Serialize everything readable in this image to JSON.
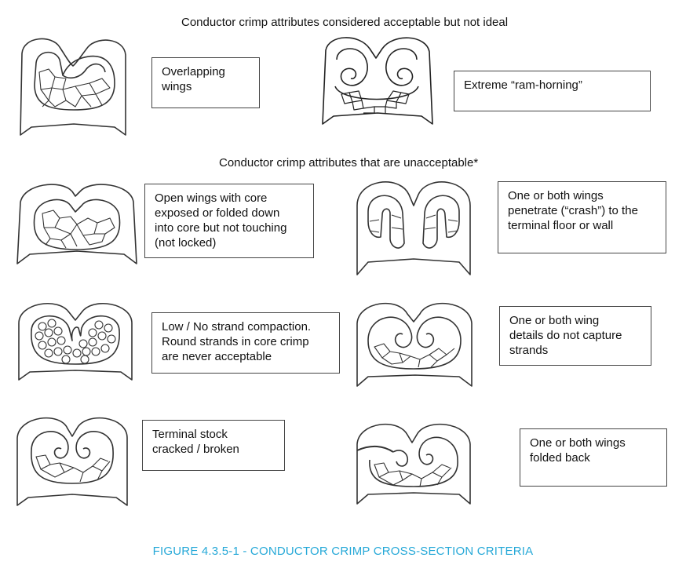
{
  "headings": {
    "acceptable": "Conductor crimp attributes considered acceptable but not ideal",
    "unacceptable": "Conductor crimp attributes that are unacceptable*"
  },
  "labels": {
    "overlapping_wings": "Overlapping\nwings",
    "ram_horning": "Extreme “ram-horning”",
    "open_wings": "Open wings with core\nexposed or folded down\ninto core but not touching\n(not locked)",
    "wings_crash": "One or both wings\npenetrate (“crash”) to the\nterminal floor or wall",
    "low_compaction": "Low / No strand compaction.\nRound strands in core crimp\nare never acceptable",
    "wing_details": "One or both wing\ndetails do not capture\nstrands",
    "terminal_cracked": "Terminal stock\ncracked / broken",
    "folded_back": "One or both wings\nfolded back"
  },
  "caption": "FIGURE 4.3.5-1 - CONDUCTOR CRIMP CROSS-SECTION CRITERIA",
  "colors": {
    "caption": "#27a9d8",
    "line": "#333333",
    "box_border": "#444444"
  }
}
